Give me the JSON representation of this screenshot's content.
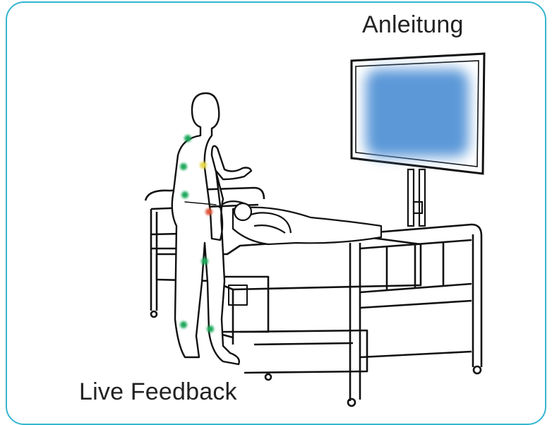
{
  "labels": {
    "instruction": "Anleitung",
    "feedback": "Live Feedback"
  },
  "colors": {
    "frame": "#35b6cf",
    "screen_glow": "#5b98d8",
    "sensor_green": "#1aa85a",
    "sensor_yellow": "#e8d84a",
    "sensor_red": "#e0553a",
    "line": "#111111"
  },
  "sensors": [
    {
      "status": "green"
    },
    {
      "status": "green"
    },
    {
      "status": "yellow"
    },
    {
      "status": "green"
    },
    {
      "status": "red"
    },
    {
      "status": "green"
    },
    {
      "status": "green"
    },
    {
      "status": "green"
    }
  ]
}
